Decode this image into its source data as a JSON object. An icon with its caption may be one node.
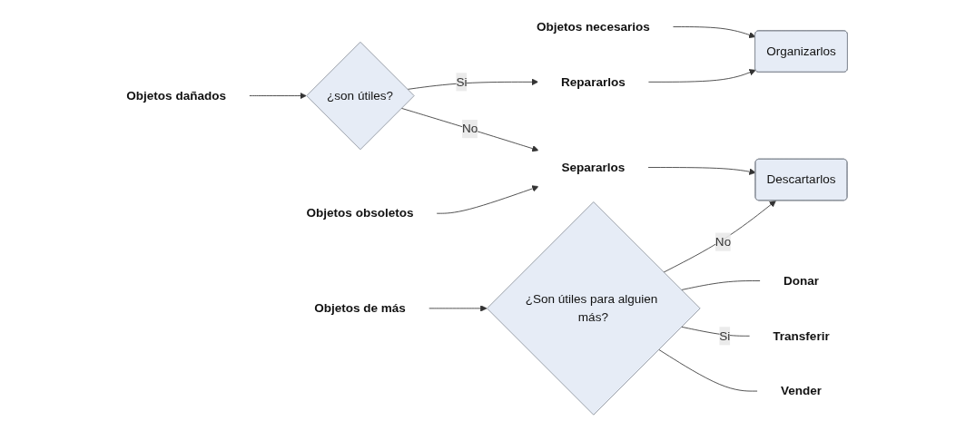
{
  "diagram": {
    "nodes": [
      {
        "text": [
          "Objetos necesarios"
        ]
      },
      {
        "text": [
          "Organizarlos"
        ]
      },
      {
        "text": [
          "Objetos dañados"
        ]
      },
      {
        "text": [
          "¿son útiles?"
        ]
      },
      {
        "text": [
          "Repararlos"
        ]
      },
      {
        "text": [
          "Objetos obsoletos"
        ]
      },
      {
        "text": [
          "Separarlos"
        ]
      },
      {
        "text": [
          "Descartarlos"
        ]
      },
      {
        "text": [
          "Objetos de más"
        ]
      },
      {
        "text": [
          "¿Son útiles para alguien más?"
        ]
      },
      {
        "text": [
          "Donar"
        ]
      },
      {
        "text": [
          "Transferir"
        ]
      },
      {
        "text": [
          "Vender"
        ]
      }
    ],
    "edges": [
      {
        "from": 0,
        "to": 1,
        "arrow": "to"
      },
      {
        "from": 2,
        "to": 3,
        "arrow": "to"
      },
      {
        "from": 3,
        "to": 4,
        "arrow": "to",
        "label": "Si"
      },
      {
        "from": 4,
        "to": 1,
        "arrow": "to"
      },
      {
        "from": 3,
        "to": 6,
        "arrow": "to",
        "label": "No"
      },
      {
        "from": 5,
        "to": 6,
        "arrow": "to"
      },
      {
        "from": 6,
        "to": 7,
        "arrow": "to"
      },
      {
        "from": 8,
        "to": 9,
        "arrow": "to"
      },
      {
        "from": 9,
        "to": 7,
        "arrow": "to",
        "label": "No"
      },
      {
        "from": 9,
        "to": 10,
        "arrow": "none"
      },
      {
        "from": 9,
        "to": 11,
        "arrow": "none",
        "label": "Si"
      },
      {
        "from": 9,
        "to": 12,
        "arrow": "none"
      }
    ]
  }
}
